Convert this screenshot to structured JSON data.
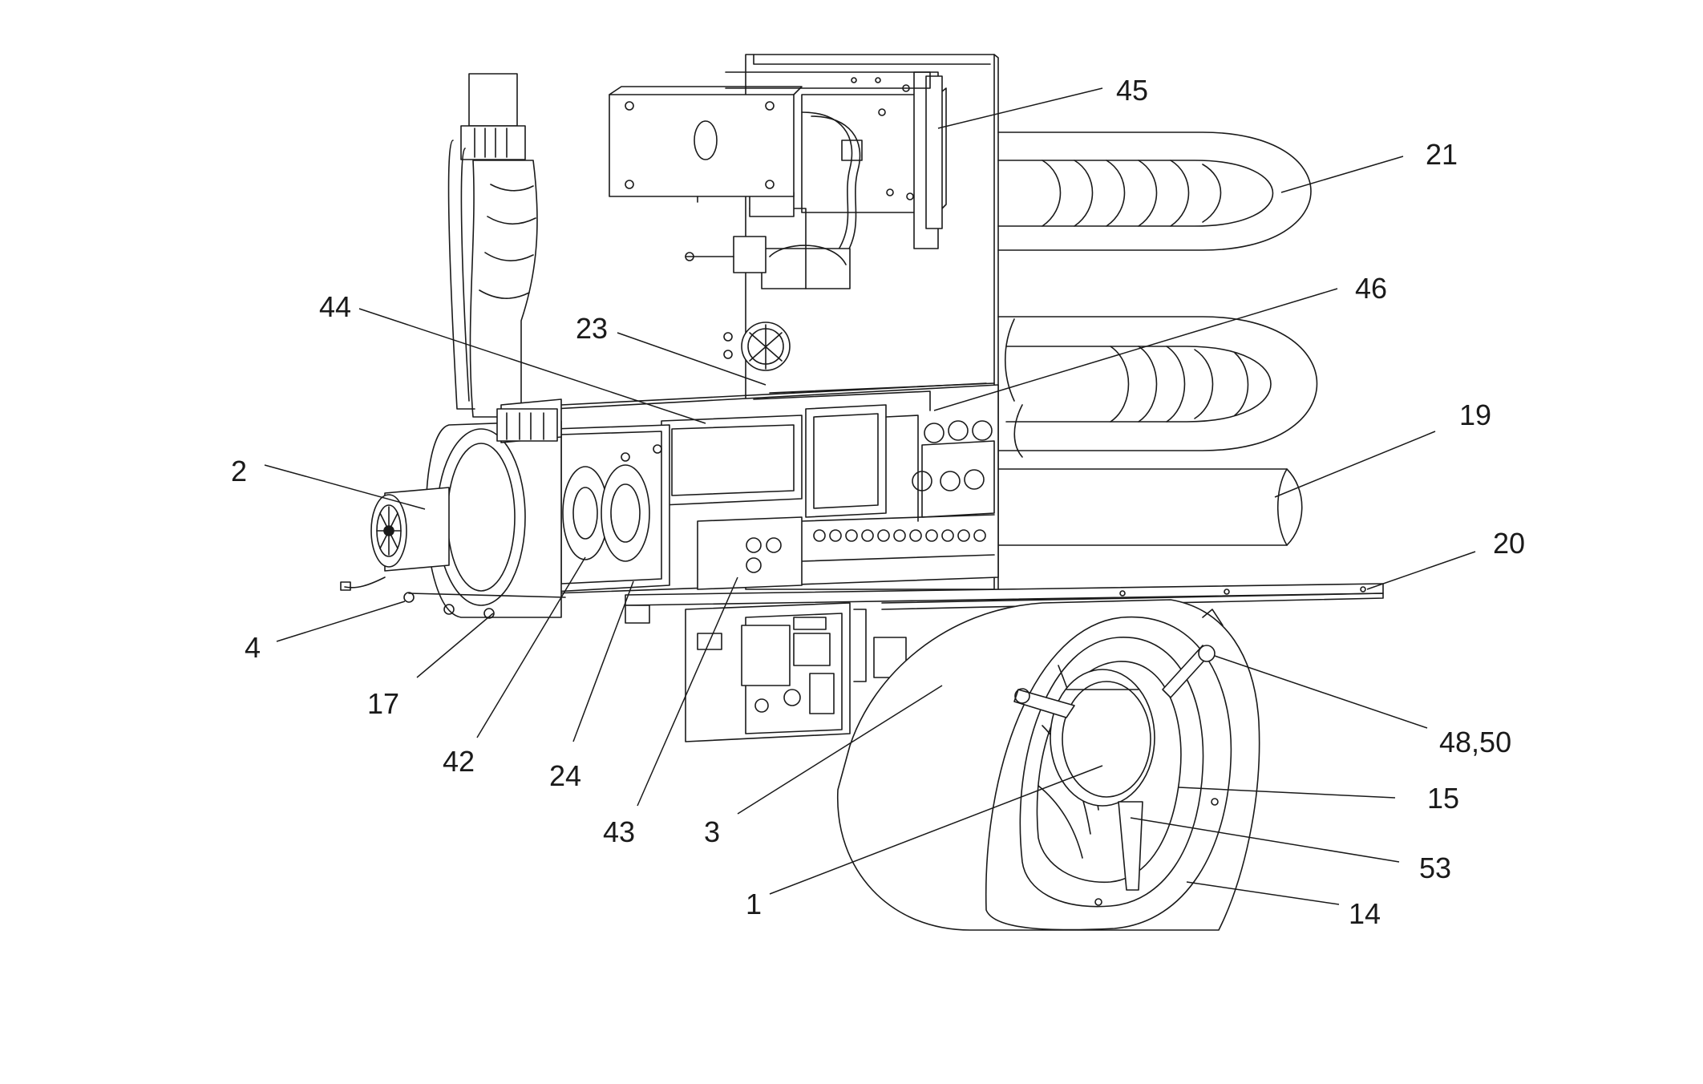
{
  "colors": {
    "line": "#1a1a1a",
    "background": "#ffffff"
  },
  "callouts": [
    {
      "id": "45",
      "label": "45"
    },
    {
      "id": "21",
      "label": "21"
    },
    {
      "id": "46",
      "label": "46"
    },
    {
      "id": "44",
      "label": "44"
    },
    {
      "id": "23",
      "label": "23"
    },
    {
      "id": "19",
      "label": "19"
    },
    {
      "id": "2",
      "label": "2"
    },
    {
      "id": "20",
      "label": "20"
    },
    {
      "id": "4",
      "label": "4"
    },
    {
      "id": "17",
      "label": "17"
    },
    {
      "id": "42",
      "label": "42"
    },
    {
      "id": "24",
      "label": "24"
    },
    {
      "id": "48_50",
      "label": "48,50"
    },
    {
      "id": "43",
      "label": "43"
    },
    {
      "id": "3",
      "label": "3"
    },
    {
      "id": "15",
      "label": "15"
    },
    {
      "id": "53",
      "label": "53"
    },
    {
      "id": "1",
      "label": "1"
    },
    {
      "id": "14",
      "label": "14"
    }
  ]
}
